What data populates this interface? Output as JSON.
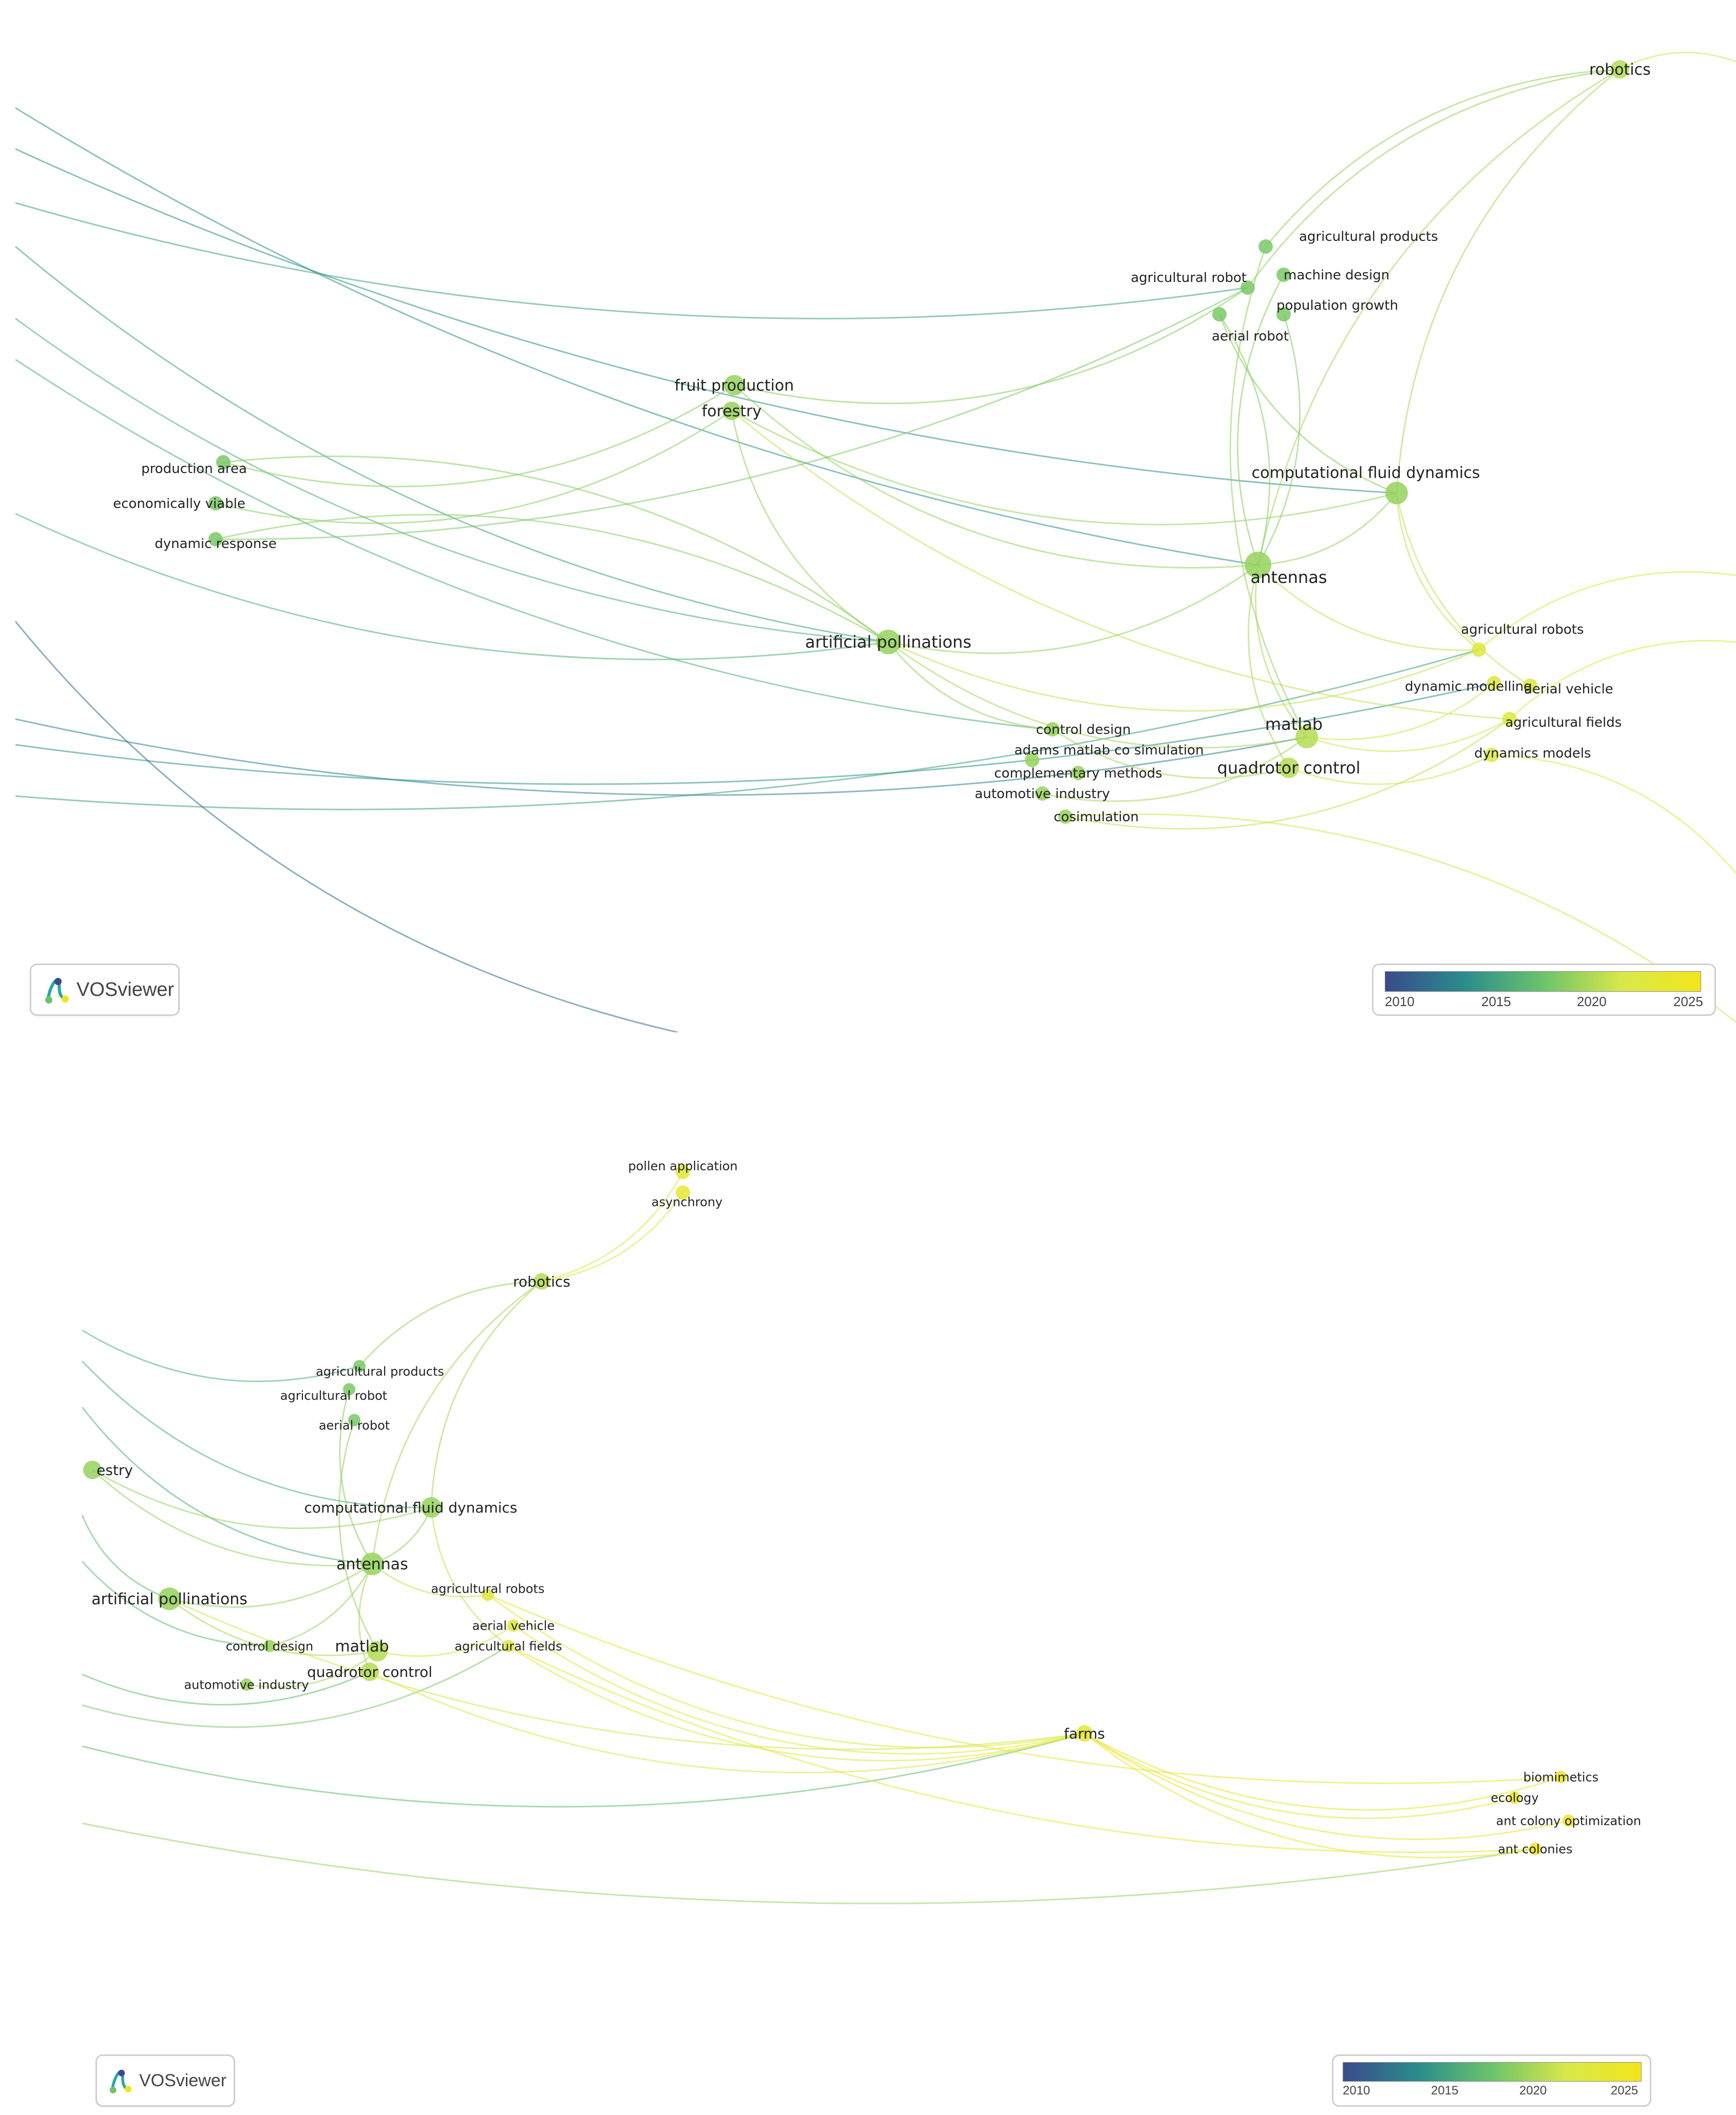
{
  "app": {
    "brand_label": "VOSviewer"
  },
  "legend": {
    "ticks": [
      "2010",
      "2015",
      "2020",
      "2025"
    ],
    "colors": [
      "#3b4a8c",
      "#2a8c8c",
      "#6cc36b",
      "#d8e84a",
      "#f2e51a"
    ]
  },
  "top_view": {
    "nodes": [
      {
        "label": "robotics",
        "year": 2020
      },
      {
        "label": "agricultural products",
        "year": 2018
      },
      {
        "label": "machine design",
        "year": 2018
      },
      {
        "label": "agricultural robot",
        "year": 2018
      },
      {
        "label": "population growth",
        "year": 2018
      },
      {
        "label": "aerial robot",
        "year": 2018
      },
      {
        "label": "fruit production",
        "year": 2019
      },
      {
        "label": "forestry",
        "year": 2019
      },
      {
        "label": "production area",
        "year": 2018
      },
      {
        "label": "economically viable",
        "year": 2018
      },
      {
        "label": "dynamic response",
        "year": 2018
      },
      {
        "label": "computational fluid dynamics",
        "year": 2019
      },
      {
        "label": "antennas",
        "year": 2019
      },
      {
        "label": "artificial pollinations",
        "year": 2019
      },
      {
        "label": "agricultural robots",
        "year": 2022
      },
      {
        "label": "dynamic modelling",
        "year": 2022
      },
      {
        "label": "aerial vehicle",
        "year": 2022
      },
      {
        "label": "agricultural fields",
        "year": 2022
      },
      {
        "label": "dynamics models",
        "year": 2022
      },
      {
        "label": "control design",
        "year": 2019
      },
      {
        "label": "adams matlab co simulation",
        "year": 2019
      },
      {
        "label": "complementary methods",
        "year": 2019
      },
      {
        "label": "automotive industry",
        "year": 2019
      },
      {
        "label": "cosimulation",
        "year": 2019
      },
      {
        "label": "matlab",
        "year": 2020
      },
      {
        "label": "quadrotor control",
        "year": 2020
      }
    ]
  },
  "bottom_view": {
    "nodes": [
      {
        "label": "pollen application",
        "year": 2023
      },
      {
        "label": "asynchrony",
        "year": 2023
      },
      {
        "label": "robotics",
        "year": 2020
      },
      {
        "label": "agricultural products",
        "year": 2018
      },
      {
        "label": "agricultural robot",
        "year": 2018
      },
      {
        "label": "aerial robot",
        "year": 2018
      },
      {
        "label": "estry",
        "year": 2019
      },
      {
        "label": "computational fluid dynamics",
        "year": 2019
      },
      {
        "label": "antennas",
        "year": 2019
      },
      {
        "label": "artificial pollinations",
        "year": 2019
      },
      {
        "label": "agricultural robots",
        "year": 2022
      },
      {
        "label": "aerial vehicle",
        "year": 2022
      },
      {
        "label": "agricultural fields",
        "year": 2022
      },
      {
        "label": "control design",
        "year": 2019
      },
      {
        "label": "automotive industry",
        "year": 2019
      },
      {
        "label": "matlab",
        "year": 2020
      },
      {
        "label": "quadrotor control",
        "year": 2020
      },
      {
        "label": "farms",
        "year": 2023
      },
      {
        "label": "biomimetics",
        "year": 2024
      },
      {
        "label": "ecology",
        "year": 2024
      },
      {
        "label": "ant colony optimization",
        "year": 2024
      },
      {
        "label": "ant colonies",
        "year": 2024
      }
    ]
  }
}
